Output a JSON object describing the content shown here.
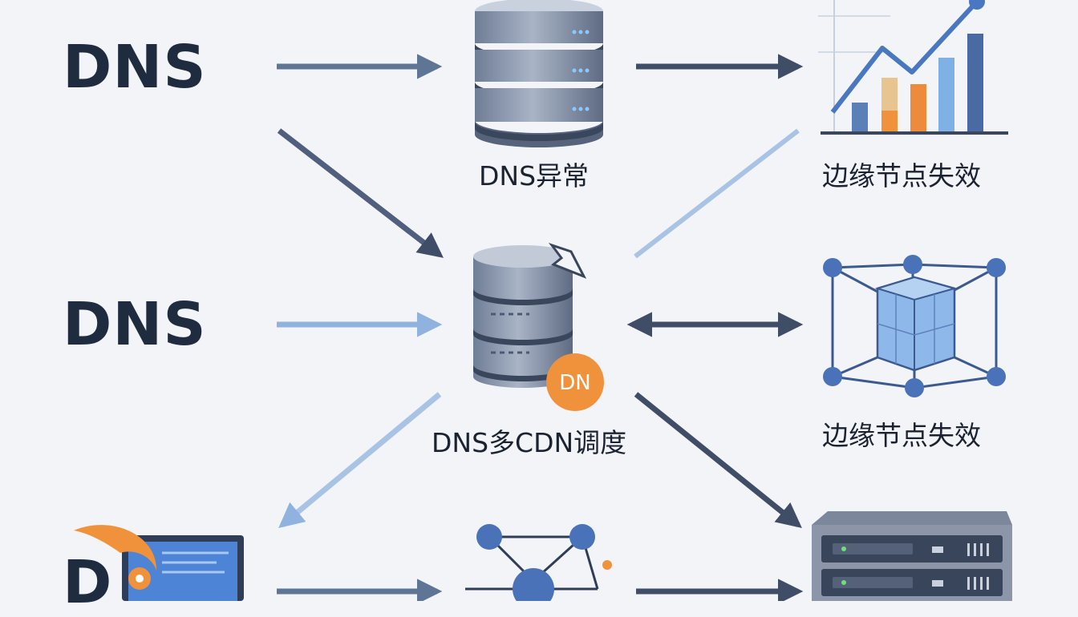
{
  "labels": {
    "dns_top": "DNS",
    "dns_middle": "DNS",
    "dns_bottom_partial": "D",
    "server_top_caption": "DNS异常",
    "server_center_caption": "DNS多CDN调度",
    "chart_caption": "边缘节点失效",
    "mesh_caption": "边缘节点失效",
    "badge": "DN"
  },
  "icons": {
    "top_server": "database-server-icon",
    "center_server": "cracked-database-server-icon",
    "chart": "bar-line-chart-icon",
    "mesh": "cube-network-icon",
    "laptop": "laptop-icon",
    "network": "node-network-icon",
    "rack": "rack-server-icon"
  },
  "colors": {
    "background": "#f2f4f8",
    "text_dark": "#1f2b3e",
    "arrow_dark": "#3f4d66",
    "arrow_light": "#8fb2de",
    "accent_orange": "#f0923c",
    "accent_blue": "#4a78c0"
  }
}
